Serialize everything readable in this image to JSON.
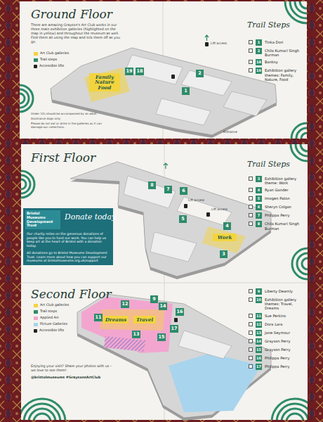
{
  "diagram": {
    "nodes": [
      {
        "text": [
          "Family Nature Food"
        ]
      },
      {
        "text": [
          "19"
        ]
      },
      {
        "text": [
          "18"
        ]
      },
      {
        "text": [
          "2"
        ]
      },
      {
        "text": [
          "1"
        ]
      },
      {
        "text": [
          "1",
          "Tinka Dori"
        ]
      },
      {
        "text": [
          "2",
          "Chila Kumari Singh Burman"
        ]
      },
      {
        "text": [
          "18",
          "Banksy"
        ]
      },
      {
        "text": [
          "19",
          "Exhibition gallery themes: Family, Nature, Food"
        ]
      },
      {
        "text": [
          "8"
        ]
      },
      {
        "text": [
          "7"
        ]
      },
      {
        "text": [
          "6"
        ]
      },
      {
        "text": [
          "Bristol Museums Development Trust",
          "Donate today",
          "Our charity relies on the generous donations of people like you to fund our work. You can help us keep art at the heart of Bristol with a donation today.",
          "All donations go to Bristol Museums Development Trust. Learn more about how you can support our museums at bristolmuseums.org.uk/support"
        ]
      },
      {
        "text": [
          "5"
        ]
      },
      {
        "text": [
          "Work"
        ]
      },
      {
        "text": [
          "4"
        ]
      },
      {
        "text": [
          "3"
        ]
      },
      {
        "text": [
          "3",
          "Exhibition gallery theme: Work"
        ]
      },
      {
        "text": [
          "4",
          "Ryan Gander"
        ]
      },
      {
        "text": [
          "5",
          "Imogen Paton"
        ]
      },
      {
        "text": [
          "6",
          "Sheryn Colgan"
        ]
      },
      {
        "text": [
          "7",
          "Philippa Perry"
        ]
      },
      {
        "text": [
          "8",
          "Chila Kumari Singh Burman"
        ]
      },
      {
        "text": [
          "9"
        ]
      },
      {
        "text": [
          "11"
        ]
      },
      {
        "text": [
          "12"
        ]
      },
      {
        "text": [
          "13"
        ]
      },
      {
        "text": [
          "14"
        ]
      },
      {
        "text": [
          "Dreams"
        ]
      },
      {
        "text": [
          "Travel"
        ]
      },
      {
        "text": [
          "15"
        ]
      },
      {
        "text": [
          "16"
        ]
      },
      {
        "text": [
          "17"
        ]
      },
      {
        "text": [
          "9",
          "Liberty Dearnly"
        ]
      },
      {
        "text": [
          "10",
          "Exhibition gallery themes: Travel, Dreams"
        ]
      },
      {
        "text": [
          "11",
          "Sue Perkins"
        ]
      },
      {
        "text": [
          "12",
          "Dora Lara"
        ]
      },
      {
        "text": [
          "13",
          "Jane Seymour"
        ]
      },
      {
        "text": [
          "14",
          "Grayson Perry"
        ]
      },
      {
        "text": [
          "15",
          "Grayson Perry"
        ]
      },
      {
        "text": [
          "16",
          "Philippa Perry"
        ]
      },
      {
        "text": [
          "17",
          "Philippa Perry"
        ]
      }
    ],
    "labels": [
      "Ground Floor",
      "There are amazing Grayson's Art Club works in our three main exhibition galleries (highlighted on the map in yellow) and throughout the museum as well. Find them all using the map and tick them off as you go.",
      "Trail Steps",
      "Lift access",
      "Entrance",
      "Under 12s should be accompanied by an adult.",
      "Assistance dogs only.",
      "Please do not eat or drink in the galleries as it can damage our collections.",
      "First Floor",
      "Trail Steps",
      "Lift access",
      "Lift access",
      "Second Floor",
      "Enjoying your visit? Share your photos with us – we love to see them!",
      "@bristolmuseums #GraysonsArtClub"
    ],
    "legend": [
      {
        "text": "Art Club galleries",
        "color": "#f3d43f"
      },
      {
        "text": "Trail steps",
        "color": "#2e8b6a"
      },
      {
        "text": "Accessible lifts"
      },
      {
        "text": "Art Club galleries",
        "color": "#f3d43f"
      },
      {
        "text": "Trail steps",
        "color": "#2e8b6a"
      },
      {
        "text": "Applied Art",
        "color": "#f2a6cf"
      },
      {
        "text": "Picture Galleries",
        "color": "#a8d4ee"
      },
      {
        "text": "Accessible lifts"
      }
    ]
  }
}
